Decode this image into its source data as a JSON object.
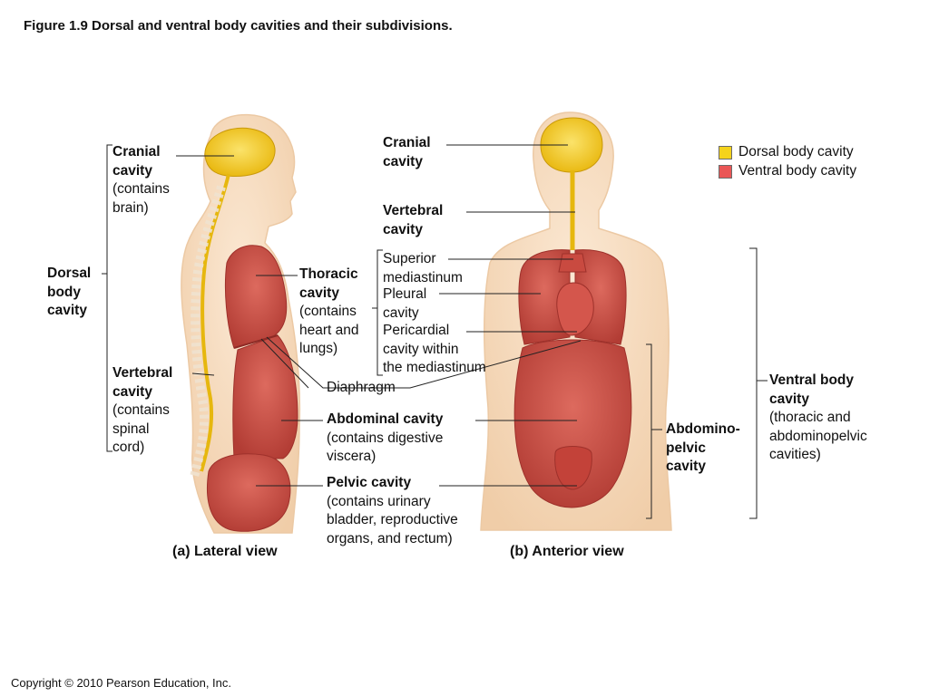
{
  "figure_title": "Figure 1.9  Dorsal and ventral body cavities and their subdivisions.",
  "copyright": "Copyright © 2010 Pearson Education, Inc.",
  "colors": {
    "dorsal": "#f5d31c",
    "ventral": "#ea5656",
    "skin": "#f6dcc0",
    "skin_edge": "#e8c4a0",
    "organ": "#c84848",
    "organ_dark": "#a83434"
  },
  "legend": {
    "dorsal": "Dorsal body cavity",
    "ventral": "Ventral body cavity"
  },
  "lateral": {
    "cranial": [
      "Cranial",
      "cavity"
    ],
    "cranial_note": [
      "(contains",
      "brain)"
    ],
    "dorsal": [
      "Dorsal",
      "body",
      "cavity"
    ],
    "vertebral": [
      "Vertebral",
      "cavity"
    ],
    "vertebral_note": [
      "(contains",
      "spinal",
      "cord)"
    ],
    "thoracic": [
      "Thoracic",
      "cavity"
    ],
    "thoracic_note": [
      "(contains",
      "heart and",
      "lungs)"
    ],
    "caption": "(a) Lateral view"
  },
  "center": {
    "diaphragm": "Diaphragm",
    "abdominal": "Abdominal cavity",
    "abdominal_note": [
      "(contains digestive",
      "viscera)"
    ],
    "pelvic": "Pelvic cavity",
    "pelvic_note": [
      "(contains urinary",
      "bladder, reproductive",
      "organs, and rectum)"
    ]
  },
  "anterior": {
    "cranial": [
      "Cranial",
      "cavity"
    ],
    "vertebral": [
      "Vertebral",
      "cavity"
    ],
    "superior": [
      "Superior",
      "mediastinum"
    ],
    "pleural": [
      "Pleural",
      "cavity"
    ],
    "pericardial": [
      "Pericardial",
      "cavity within",
      "the mediastinum"
    ],
    "abdominopelvic": [
      "Abdomino-",
      "pelvic",
      "cavity"
    ],
    "ventral": [
      "Ventral body",
      "cavity"
    ],
    "ventral_note": [
      "(thoracic and",
      "abdominopelvic",
      "cavities)"
    ],
    "caption": "(b) Anterior view"
  }
}
